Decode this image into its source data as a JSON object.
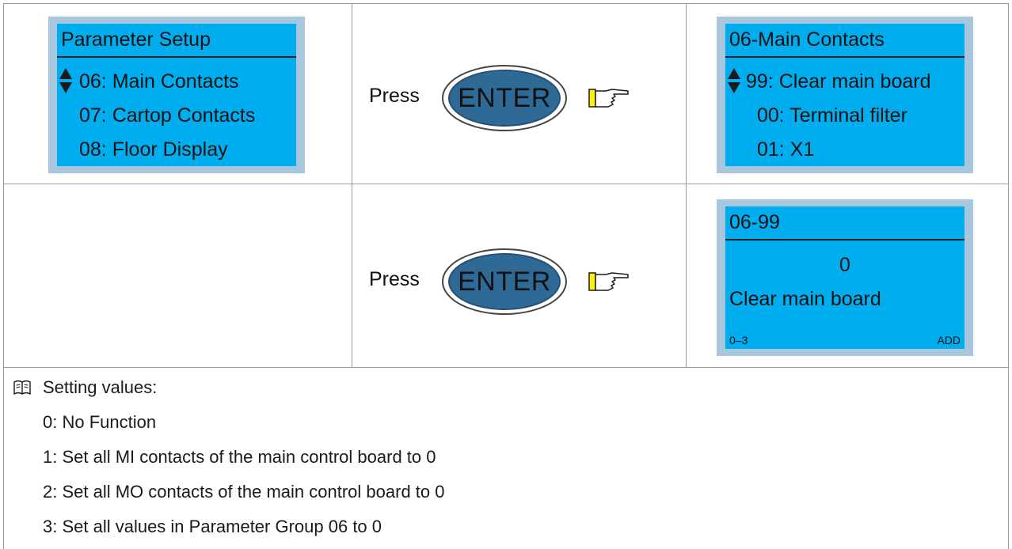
{
  "screens": {
    "parameter_setup": {
      "title": "Parameter Setup",
      "lines": [
        {
          "code": "06:",
          "label": "Main Contacts"
        },
        {
          "code": "07:",
          "label": "Cartop Contacts"
        },
        {
          "code": "08:",
          "label": "Floor Display"
        }
      ]
    },
    "main_contacts": {
      "title": "06-Main Contacts",
      "lines": [
        {
          "code": "99:",
          "label": "Clear main board"
        },
        {
          "code": "00:",
          "label": "Terminal filter"
        },
        {
          "code": "01:",
          "label": "X1"
        }
      ]
    },
    "param_0699": {
      "title": "06-99",
      "value": "0",
      "name": "Clear main board",
      "range": "0–3",
      "mode": "ADD"
    }
  },
  "actions": [
    {
      "press": "Press",
      "button": "ENTER"
    },
    {
      "press": "Press",
      "button": "ENTER"
    }
  ],
  "notes": {
    "heading": "Setting values:",
    "items": [
      "0: No Function",
      "1: Set all MI contacts of the main control board to 0",
      "2: Set all MO contacts of the main control board to 0",
      "3: Set all values in Parameter Group 06 to 0"
    ]
  },
  "colors": {
    "lcd_background": "#00aeef",
    "lcd_bezel": "#a7c7de",
    "enter_button": "#2f6a97"
  }
}
